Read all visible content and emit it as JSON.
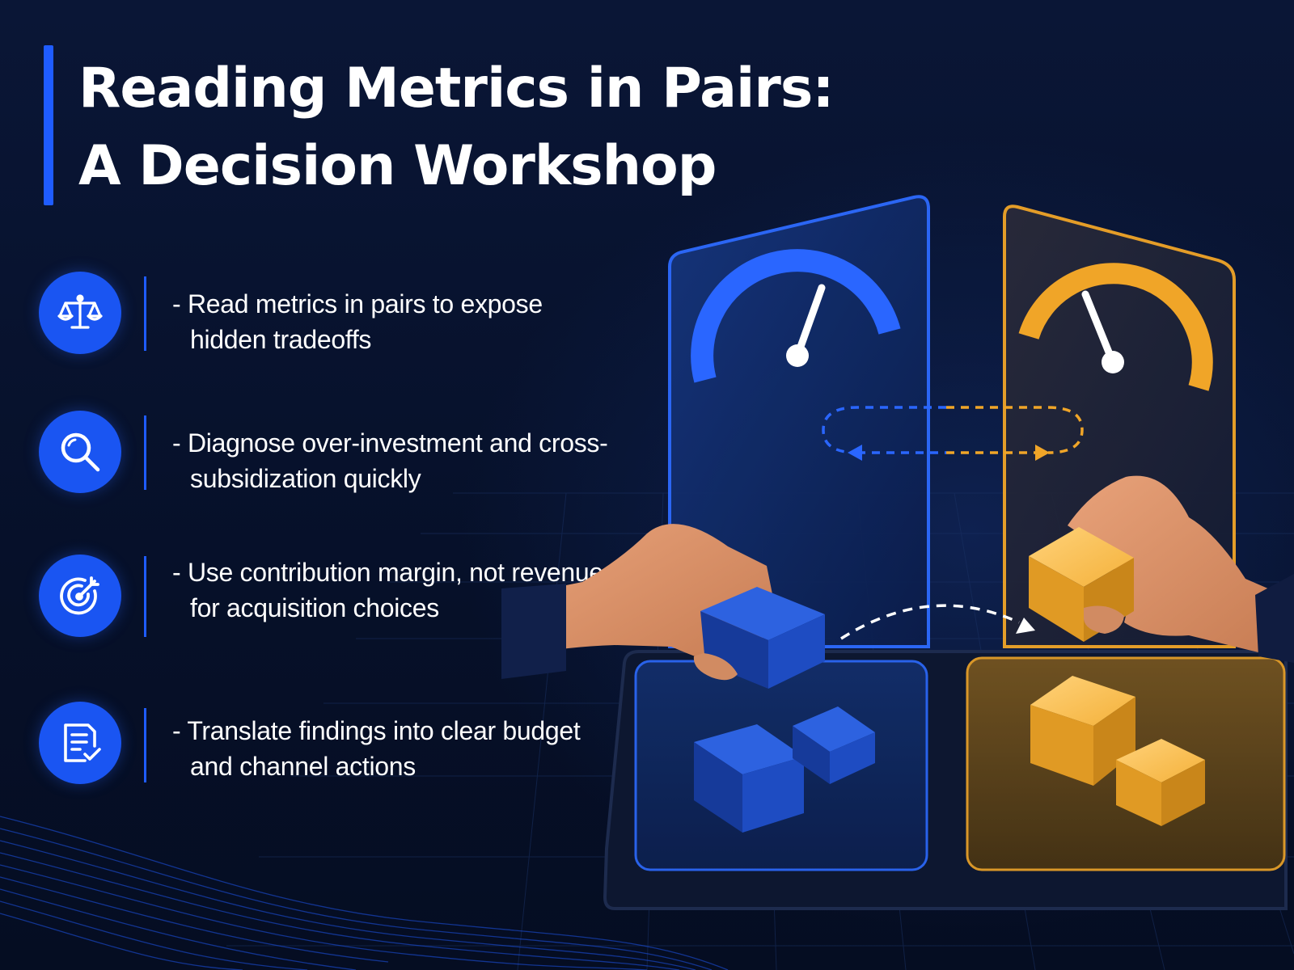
{
  "title": {
    "line1": "Reading Metrics in Pairs:",
    "line2": "A Decision Workshop"
  },
  "bullets": [
    {
      "icon": "scale-icon",
      "text": "- Read metrics in pairs to expose hidden tradeoffs"
    },
    {
      "icon": "search-icon",
      "text": "- Diagnose over-investment and cross-subsidization quickly"
    },
    {
      "icon": "target-icon",
      "text": "- Use contribution margin, not revenue, for acquisition choices"
    },
    {
      "icon": "checklist-icon",
      "text": "- Translate findings into clear budget and channel actions"
    }
  ],
  "colors": {
    "accent_blue": "#1f5cff",
    "accent_gold": "#f0a528",
    "background": "#07112a"
  }
}
